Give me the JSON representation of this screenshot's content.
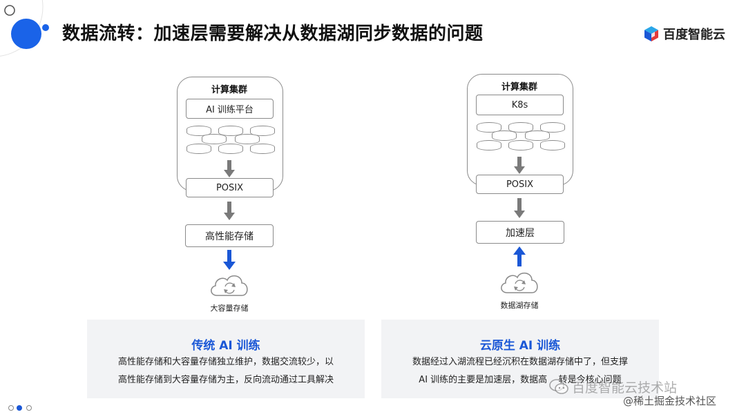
{
  "header": {
    "title": "数据流转：加速层需要解决从数据湖同步数据的问题",
    "logo_text": "百度智能云"
  },
  "left_diagram": {
    "cluster_label": "计算集群",
    "platform_label": "AI 训练平台",
    "posix_label": "POSIX",
    "storage_label": "高性能存储",
    "cloud_caption": "大容量存储",
    "arrow_color": "#1a57d6"
  },
  "right_diagram": {
    "cluster_label": "计算集群",
    "platform_label": "K8s",
    "posix_label": "POSIX",
    "accel_label": "加速层",
    "cloud_caption": "数据湖存储",
    "arrow_color": "#1a57d6"
  },
  "left_panel": {
    "title": "传统 AI 训练",
    "line1": "高性能存储和大容量存储独立维护，数据交流较少，以",
    "line2": "高性能存储到大容量存储为主，反向流动通过工具解决"
  },
  "right_panel": {
    "title": "云原生 AI 训练",
    "line1": "数据经过入湖流程已经沉积在数据湖存储中了，但支撑",
    "line2": "AI 训练的主要是加速层，数据高    转是今核心问题"
  },
  "watermark": {
    "line1": "百度智能云技术站",
    "line2": "@稀土掘金技术社区"
  },
  "colors": {
    "accent_blue": "#1a57d6",
    "border_gray": "#8a8a8a",
    "panel_bg": "#f2f3f5"
  }
}
